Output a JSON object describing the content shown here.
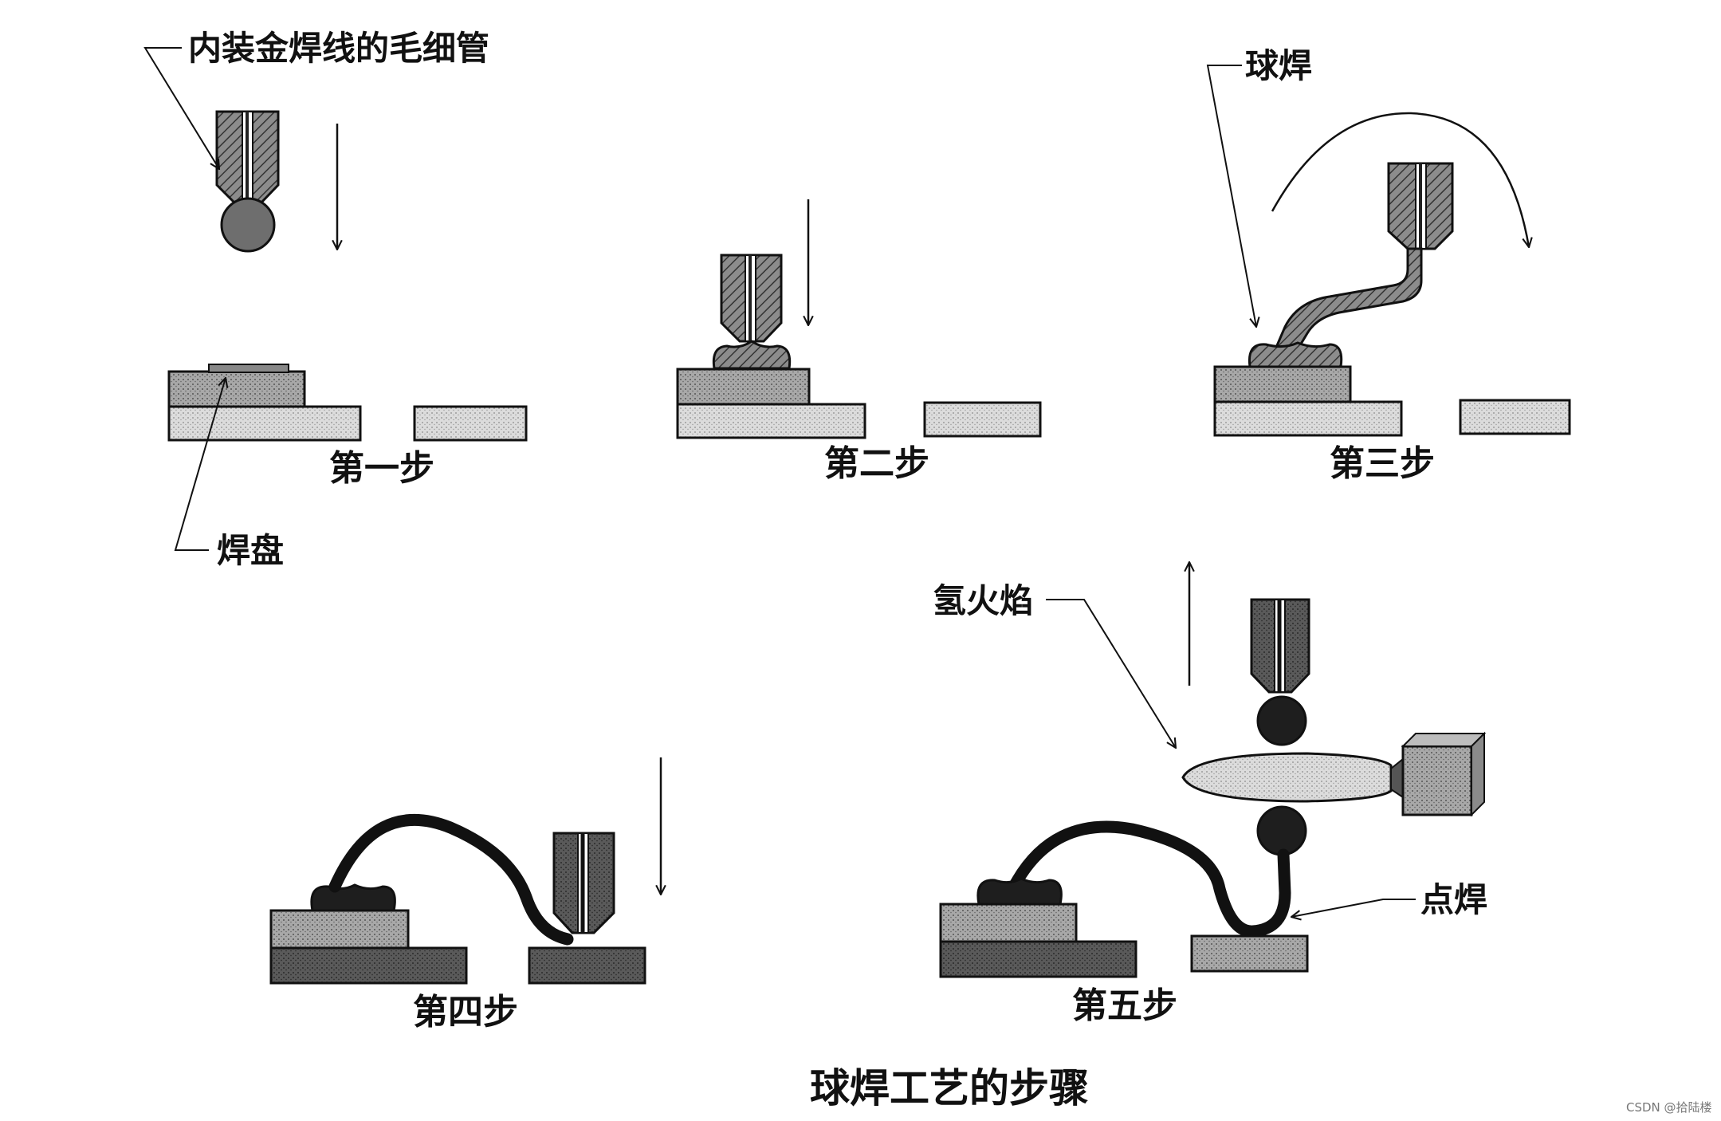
{
  "labels": {
    "capillary": "内装金焊线的毛细管",
    "pad": "焊盘",
    "ball_bond": "球焊",
    "hydrogen_flame": "氢火焰",
    "point_weld": "点焊"
  },
  "steps": {
    "step1": "第一步",
    "step2": "第二步",
    "step3": "第三步",
    "step4": "第四步",
    "step5": "第五步"
  },
  "figure_title": "球焊工艺的步骤",
  "watermark": "CSDN @拾陆楼",
  "colors": {
    "ink": "#111111",
    "light_fill": "#d9d9d9",
    "mid_fill": "#a8a8a8",
    "dark_fill": "#4f4f4f",
    "background": "#ffffff"
  }
}
